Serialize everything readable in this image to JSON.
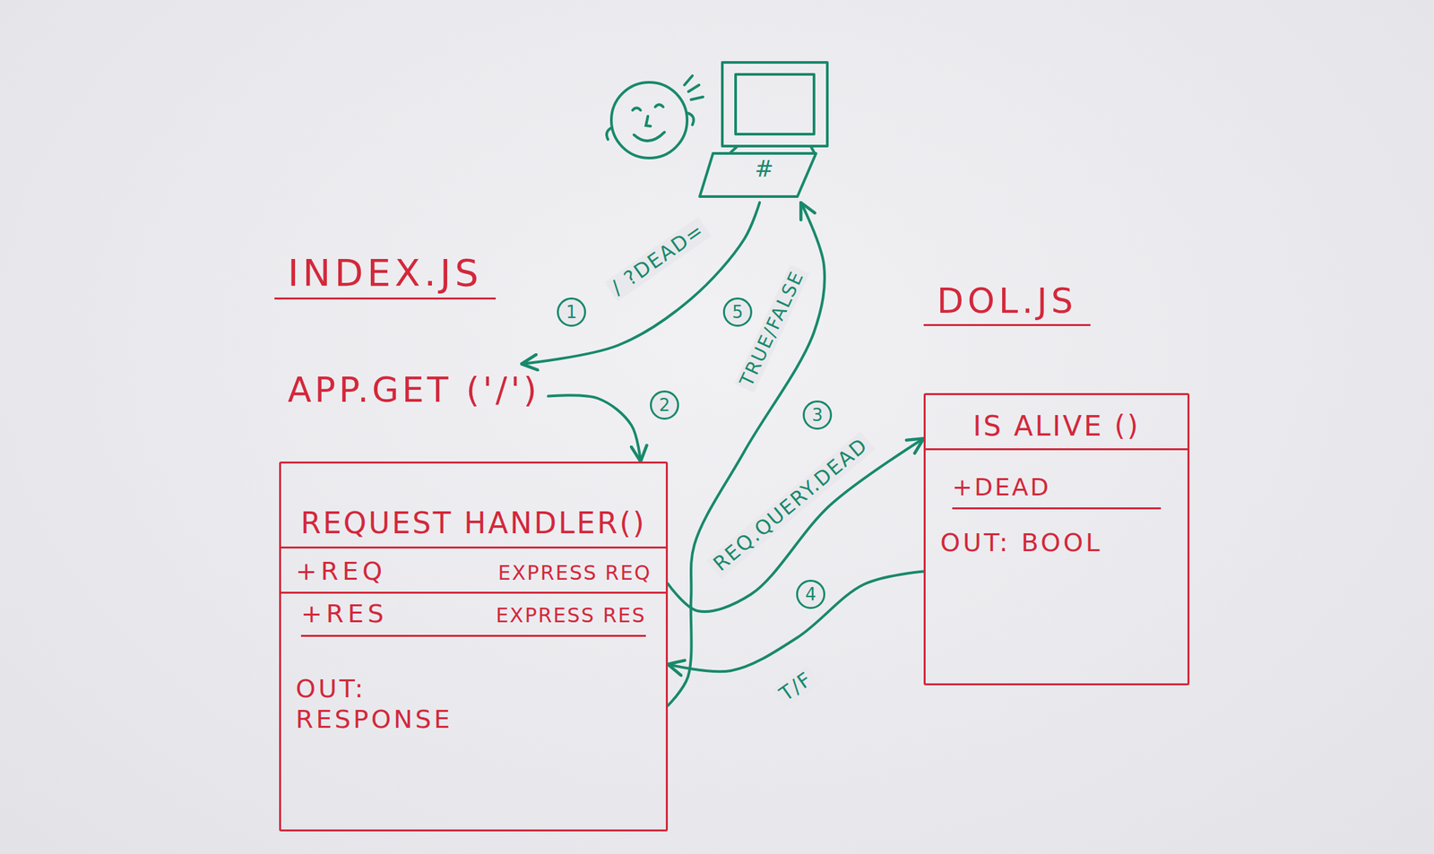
{
  "diagram": {
    "nodes": [
      {
        "text": [
          "#"
        ]
      },
      {
        "text": [
          "APP.GET ('/')"
        ]
      },
      {
        "text": [
          "REQUEST HANDLER()",
          "+REQ",
          "EXPRESS REQ",
          "+RES",
          "EXPRESS RES",
          "OUT: RESPONSE"
        ]
      },
      {
        "text": [
          "IS ALIVE ()",
          "+DEAD",
          "OUT: BOOL"
        ]
      }
    ],
    "edges": [
      {
        "from": 0,
        "to": 1,
        "arrow": "to",
        "label": "/ ?DEAD="
      },
      {
        "from": 1,
        "to": 2,
        "arrow": "to"
      },
      {
        "from": 2,
        "to": 3,
        "arrow": "to",
        "label": "REQ.QUERY.DEAD"
      },
      {
        "from": 3,
        "to": 2,
        "arrow": "to",
        "label": "T/F"
      },
      {
        "from": 2,
        "to": 0,
        "arrow": "to",
        "label": "TRUE/FALSE"
      }
    ],
    "labels": [
      "INDEX.JS",
      "DOL.JS",
      "1",
      "2",
      "3",
      "4",
      "5"
    ]
  }
}
